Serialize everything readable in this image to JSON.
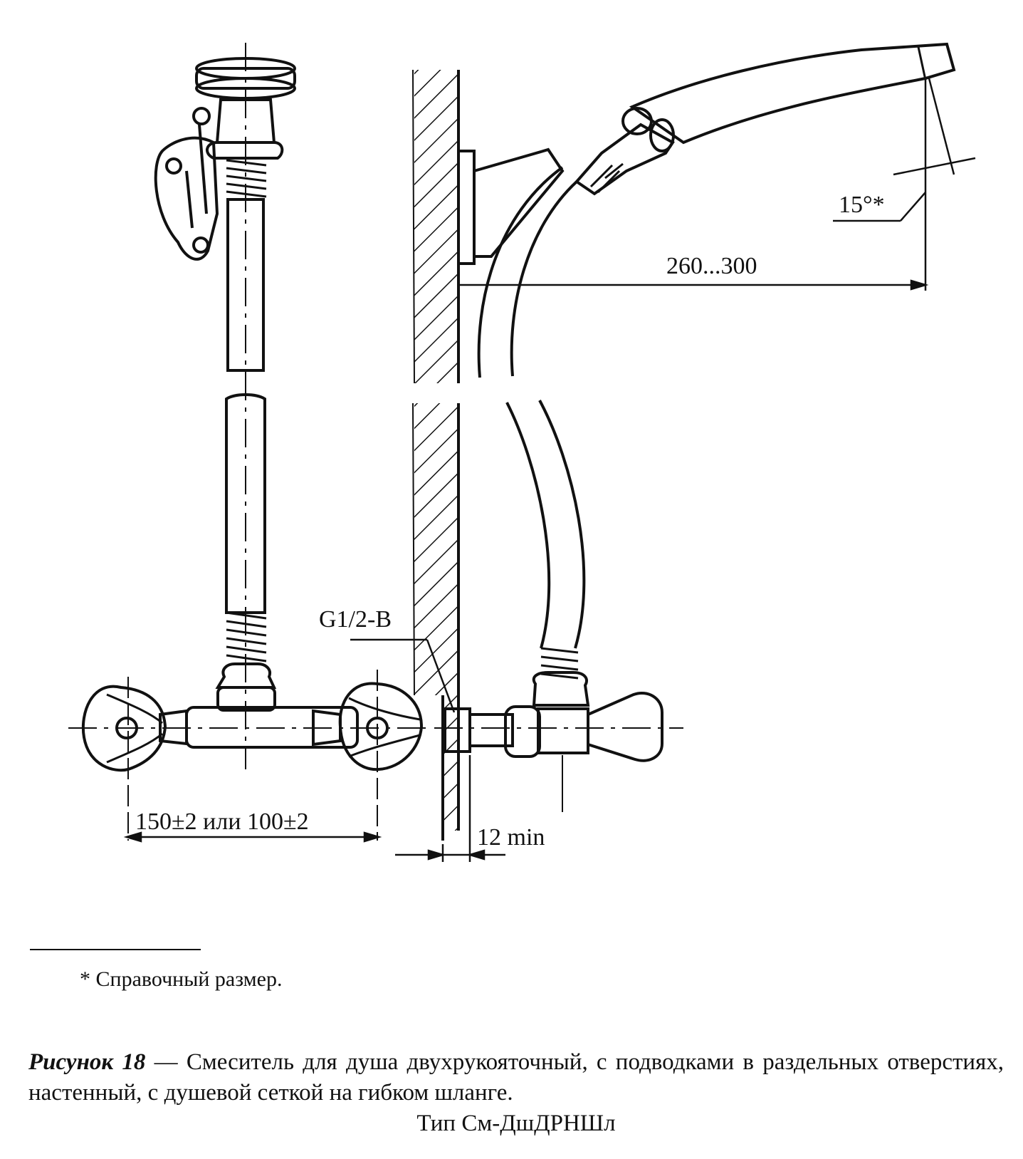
{
  "dimensions": {
    "angle": "15°*",
    "reach": "260...300",
    "thread": "G1/2-B",
    "spacing": "150±2 или 100±2",
    "clearance": "12 min"
  },
  "footnote": "* Справочный размер.",
  "caption": {
    "label": "Рисунок 18",
    "dash": " — ",
    "text": "Смеситель для душа двухрукояточный, с подводками в раздельных отверстиях, настенный, с душевой сеткой на гибком шланге.",
    "type_line": "Тип См-ДшДРНШл"
  }
}
